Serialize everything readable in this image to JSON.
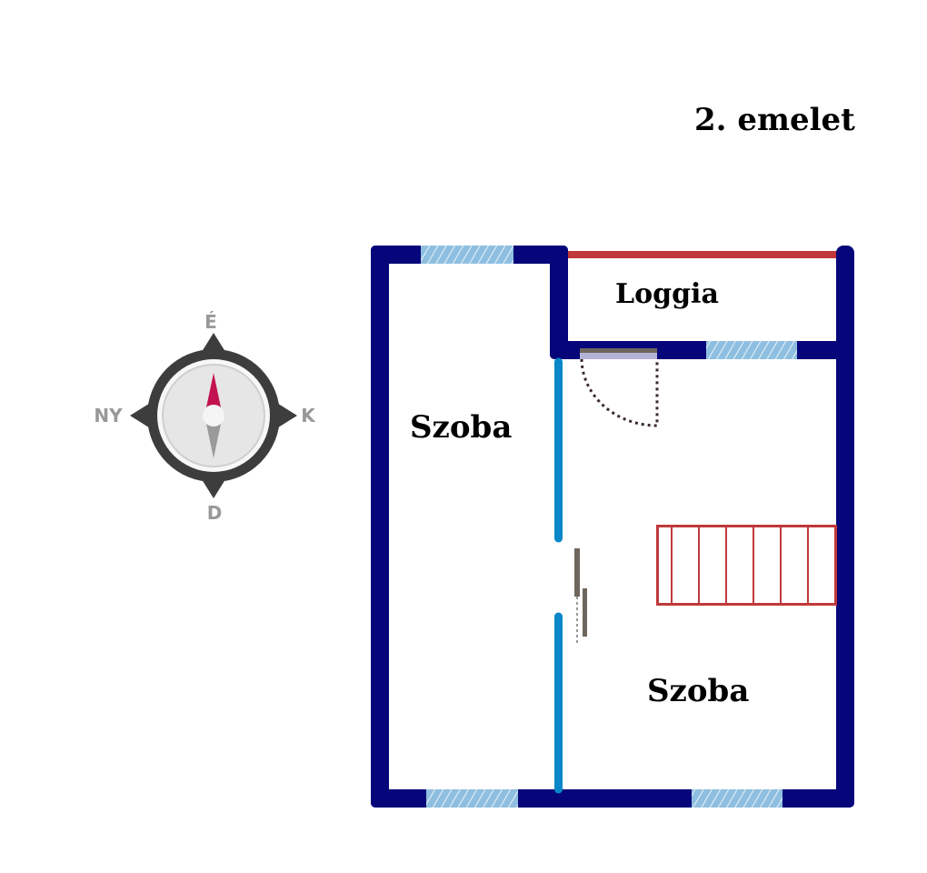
{
  "floor_title": "2. emelet",
  "rooms": {
    "loggia": "Loggia",
    "room_left": "Szoba",
    "room_right": "Szoba"
  },
  "compass": {
    "north": "É",
    "east": "K",
    "south": "D",
    "west": "NY"
  },
  "colors": {
    "wall": "#06067a",
    "partition": "#0a87c8",
    "window": "#8fbfe0",
    "railing": "#c0393b",
    "stairs": "#c0393b",
    "door": "#6e665e",
    "compass_dark": "#3d3d3d",
    "needle_north": "#c2124f"
  }
}
